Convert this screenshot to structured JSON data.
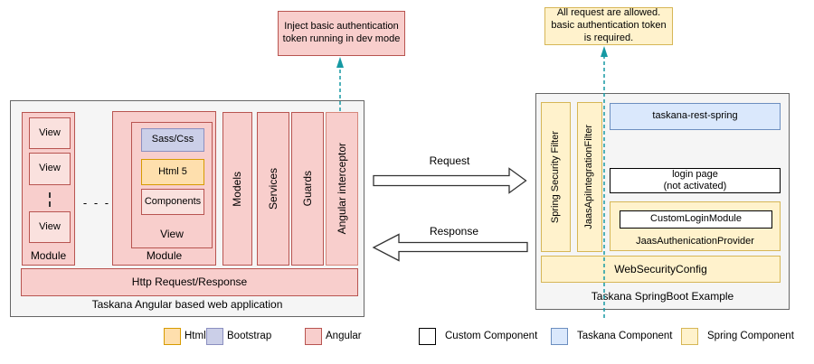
{
  "left_annotation": {
    "text": "Inject basic authentication token running in dev mode"
  },
  "right_annotation": {
    "text": "All request are allowed. basic authentication token is required."
  },
  "angular_app": {
    "title": "Taskana Angular based web application",
    "module1": {
      "label": "Module",
      "views": [
        "View",
        "View",
        "View"
      ]
    },
    "modules_ellipsis": "- - -",
    "module2": {
      "label": "Module",
      "view": {
        "label": "View",
        "children": [
          "Sass/Css",
          "Html 5",
          "Components"
        ]
      }
    },
    "columns": [
      "Models",
      "Services",
      "Guards",
      "Angular interceptor"
    ],
    "http_bar": "Http Request/Response"
  },
  "flows": {
    "request": "Request",
    "response": "Response"
  },
  "spring_app": {
    "title": "Taskana SpringBoot Example",
    "filters": [
      "Spring Security Filter",
      "JaasApiIntegrationFilter"
    ],
    "rest": "taskana-rest-spring",
    "login_line1": "login page",
    "login_line2": "(not activated)",
    "custom_login_module": "CustomLoginModule",
    "jaas_provider": "JaasAuthenicationProvider",
    "web_security_config": "WebSecurityConfig"
  },
  "legend": [
    {
      "label": "Html 5",
      "fill": "#fedfad",
      "stroke": "#d79b00"
    },
    {
      "label": "Bootstrap",
      "fill": "#cbcfe8",
      "stroke": "#8b8fc0"
    },
    {
      "label": "Angular",
      "fill": "#f8cecc",
      "stroke": "#b85450"
    },
    {
      "label": "Custom Component",
      "fill": "#ffffff",
      "stroke": "#000000"
    },
    {
      "label": "Taskana Component",
      "fill": "#dae8fc",
      "stroke": "#6c8ebf"
    },
    {
      "label": "Spring Component",
      "fill": "#fff2cc",
      "stroke": "#d6b656"
    }
  ],
  "colors": {
    "connector_teal": "#1699a3",
    "container_bg": "#f5f5f5",
    "container_border": "#666666"
  }
}
